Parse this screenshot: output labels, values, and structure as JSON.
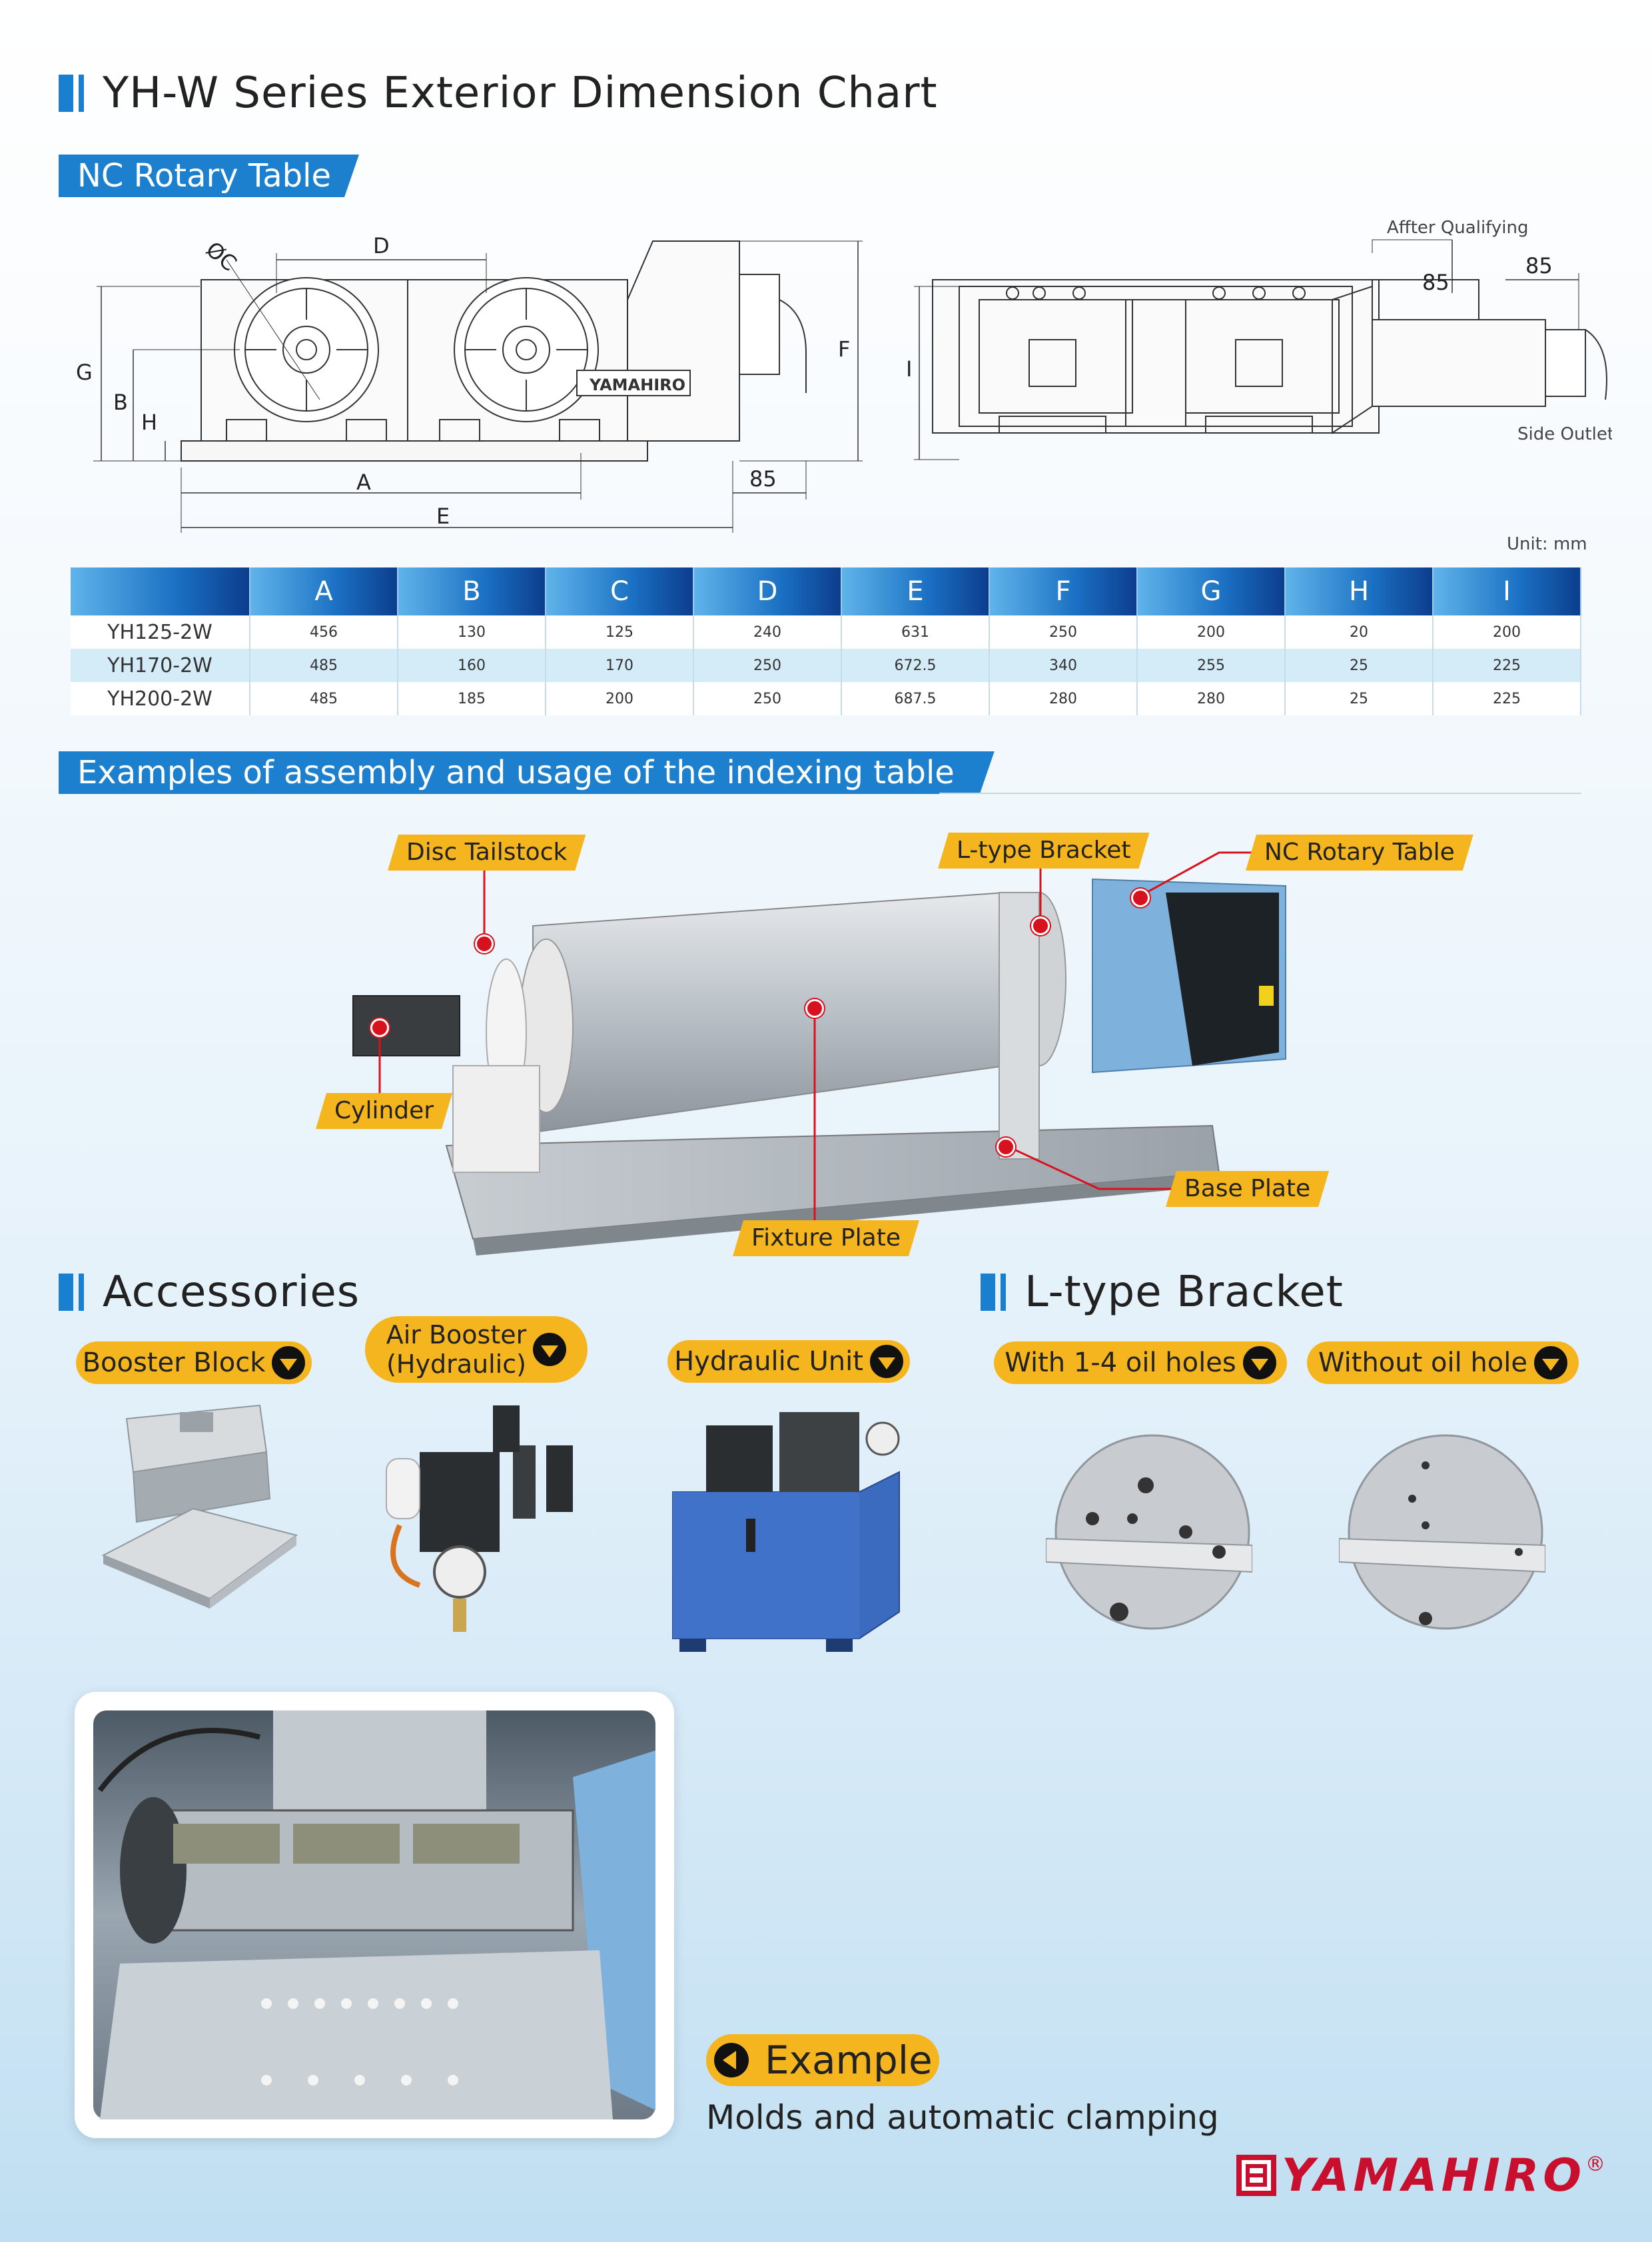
{
  "title": "YH-W Series Exterior Dimension Chart",
  "section_rotary": "NC Rotary Table",
  "drawing": {
    "labels": {
      "A": "A",
      "B": "B",
      "C": "ØC",
      "D": "D",
      "E": "E",
      "F": "F",
      "G": "G",
      "H": "H",
      "I": "I"
    },
    "dim_85": "85",
    "after_qualifying": "Affter Qualifying",
    "side_outlet": "Side Outlet",
    "brand_plate": "YAMAHIRO"
  },
  "unit": "Unit: mm",
  "table": {
    "headers": [
      "",
      "A",
      "B",
      "C",
      "D",
      "E",
      "F",
      "G",
      "H",
      "I"
    ],
    "rows": [
      [
        "YH125-2W",
        "456",
        "130",
        "125",
        "240",
        "631",
        "250",
        "200",
        "20",
        "200"
      ],
      [
        "YH170-2W",
        "485",
        "160",
        "170",
        "250",
        "672.5",
        "340",
        "255",
        "25",
        "225"
      ],
      [
        "YH200-2W",
        "485",
        "185",
        "200",
        "250",
        "687.5",
        "280",
        "280",
        "25",
        "225"
      ]
    ]
  },
  "section_examples": "Examples of assembly and usage of the indexing table",
  "callouts": {
    "disc_tailstock": "Disc Tailstock",
    "l_type_bracket": "L-type Bracket",
    "nc_rotary_table": "NC Rotary Table",
    "cylinder": "Cylinder",
    "base_plate": "Base Plate",
    "fixture_plate": "Fixture Plate"
  },
  "accessories": {
    "title": "Accessories",
    "booster_block": "Booster Block",
    "air_booster_line1": "Air Booster",
    "air_booster_line2": "(Hydraulic)",
    "hydraulic_unit": "Hydraulic Unit"
  },
  "bracket": {
    "title": "L-type Bracket",
    "with_holes": "With 1-4 oil holes",
    "without_hole": "Without oil hole"
  },
  "example": {
    "label": "Example",
    "caption": "Molds and automatic clamping"
  },
  "logo": {
    "text": "YAMAHIRO",
    "reg": "®"
  },
  "colors": {
    "accent_blue": "#1d80cf",
    "tag_yellow": "#f5b51e",
    "callout_red": "#d8111e",
    "brand_red": "#c8102e"
  }
}
